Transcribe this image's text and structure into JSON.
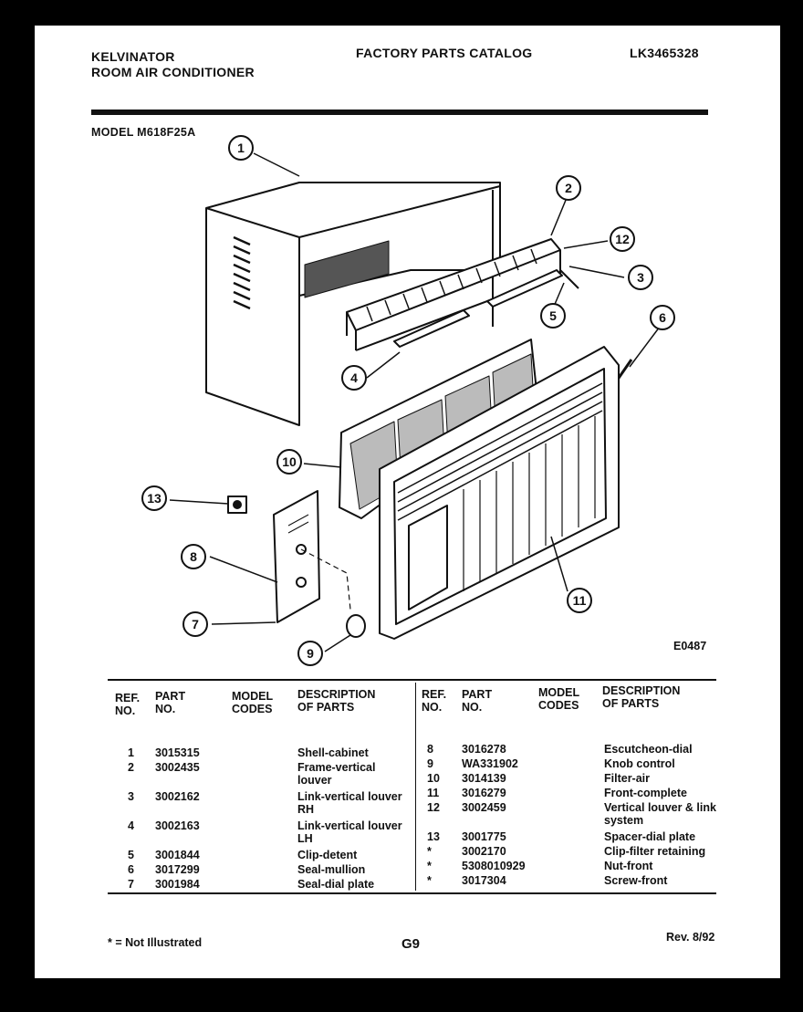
{
  "header": {
    "brand": "KELVINATOR",
    "product": "ROOM AIR CONDITIONER",
    "catalog": "FACTORY PARTS CATALOG",
    "doc_number": "LK3465328",
    "model_label": "MODEL M618F25A"
  },
  "diagram": {
    "code": "E0487",
    "callouts": [
      "1",
      "2",
      "12",
      "3",
      "5",
      "6",
      "4",
      "10",
      "13",
      "8",
      "7",
      "9",
      "11"
    ]
  },
  "table": {
    "headers": {
      "ref": [
        "REF.",
        "NO."
      ],
      "part": [
        "PART",
        "NO."
      ],
      "model": [
        "MODEL",
        "CODES"
      ],
      "desc": [
        "DESCRIPTION",
        "OF PARTS"
      ]
    },
    "left_rows": [
      {
        "ref": "1",
        "part": "3015315",
        "desc": "Shell-cabinet"
      },
      {
        "ref": "2",
        "part": "3002435",
        "desc": "Frame-vertical louver"
      },
      {
        "ref": "3",
        "part": "3002162",
        "desc": "Link-vertical louver RH"
      },
      {
        "ref": "4",
        "part": "3002163",
        "desc": "Link-vertical louver LH"
      },
      {
        "ref": "5",
        "part": "3001844",
        "desc": "Clip-detent"
      },
      {
        "ref": "6",
        "part": "3017299",
        "desc": "Seal-mullion"
      },
      {
        "ref": "7",
        "part": "3001984",
        "desc": "Seal-dial plate"
      }
    ],
    "right_rows": [
      {
        "ref": "8",
        "part": "3016278",
        "desc": "Escutcheon-dial"
      },
      {
        "ref": "9",
        "part": "WA331902",
        "desc": "Knob control"
      },
      {
        "ref": "10",
        "part": "3014139",
        "desc": "Filter-air"
      },
      {
        "ref": "11",
        "part": "3016279",
        "desc": "Front-complete"
      },
      {
        "ref": "12",
        "part": "3002459",
        "desc": "Vertical louver & link system"
      },
      {
        "ref": "13",
        "part": "3001775",
        "desc": "Spacer-dial plate"
      },
      {
        "ref": "*",
        "part": "3002170",
        "desc": "Clip-filter retaining"
      },
      {
        "ref": "*",
        "part": "5308010929",
        "desc": "Nut-front"
      },
      {
        "ref": "*",
        "part": "3017304",
        "desc": "Screw-front"
      }
    ]
  },
  "footer": {
    "note": "* = Not Illustrated",
    "page": "G9",
    "revision": "Rev. 8/92"
  }
}
